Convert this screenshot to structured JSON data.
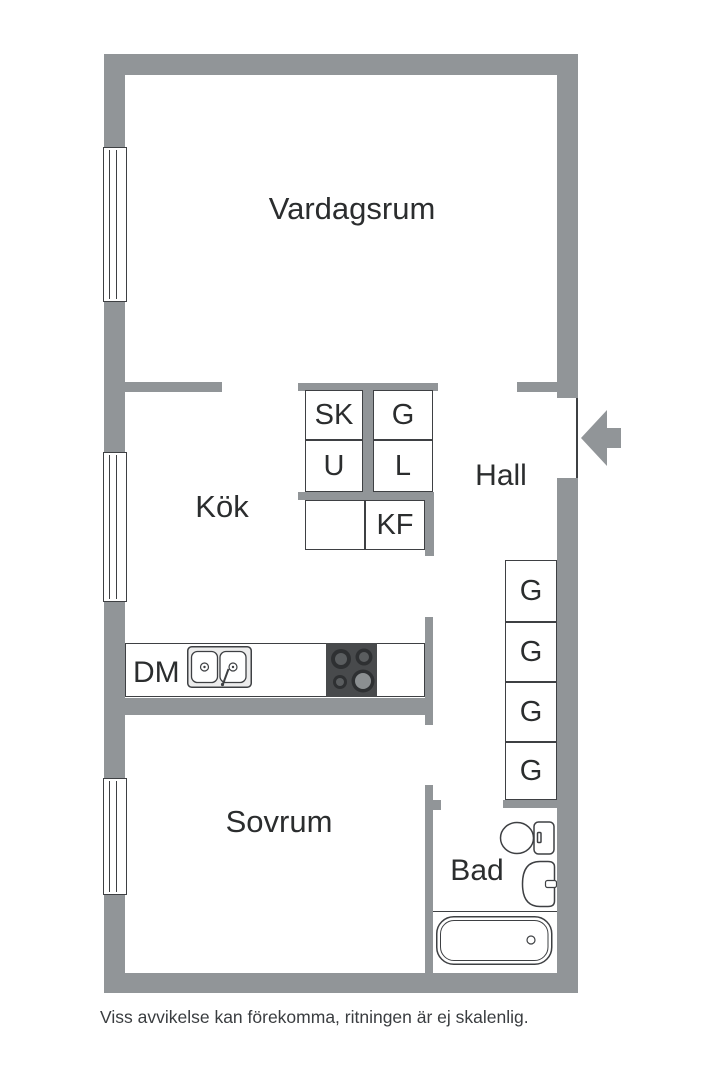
{
  "rooms": {
    "living_room": "Vardagsrum",
    "kitchen": "Kök",
    "hall": "Hall",
    "bedroom": "Sovrum",
    "bathroom": "Bad"
  },
  "closet_labels": {
    "sk": "SK",
    "g": "G",
    "u": "U",
    "l": "L",
    "kf": "KF"
  },
  "wardrobe_labels": [
    "G",
    "G",
    "G",
    "G"
  ],
  "kitchen_fixtures": {
    "dishwasher_label": "DM"
  },
  "icons": [
    "window-icon",
    "stove-icon",
    "kitchen-sink-icon",
    "toilet-icon",
    "washbasin-icon",
    "bathtub-icon",
    "entrance-arrow-icon"
  ],
  "colors": {
    "wall": "#919598",
    "line": "#3e4043",
    "text": "#2b2d2e",
    "stove": "#484a4c"
  },
  "footer": {
    "disclaimer": "Viss avvikelse kan förekomma, ritningen är ej skalenlig."
  }
}
